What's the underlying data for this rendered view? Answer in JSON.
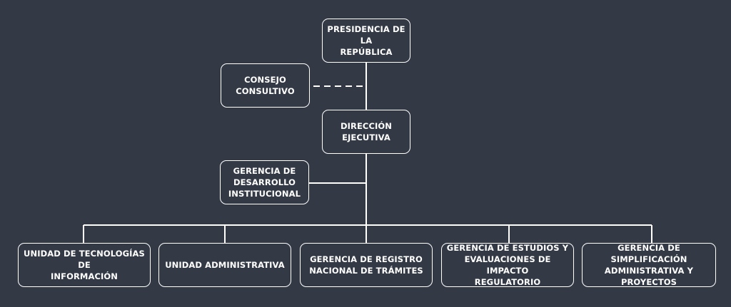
{
  "nodes": {
    "presidencia": "PRESIDENCIA DE LA\nREPÚBLICA",
    "consejo": "CONSEJO\nCONSULTIVO",
    "direccion": "DIRECCIÓN\nEJECUTIVA",
    "desarrollo": "GERENCIA DE\nDESARROLLO\nINSTITUCIONAL",
    "tecnologias": "UNIDAD DE TECNOLOGÍAS DE\nINFORMACIÓN",
    "administrativa": "UNIDAD ADMINISTRATIVA",
    "registro": "GERENCIA DE REGISTRO\nNACIONAL DE TRÁMITES",
    "estudios": "GERENCIA DE ESTUDIOS Y\nEVALUACIONES DE IMPACTO\nREGULATORIO",
    "simplificacion": "GERENCIA DE SIMPLIFICACIÓN\nADMINISTRATIVA Y\nPROYECTOS"
  },
  "colors": {
    "background": "#333a45",
    "line": "#ffffff",
    "text": "#ffffff"
  }
}
